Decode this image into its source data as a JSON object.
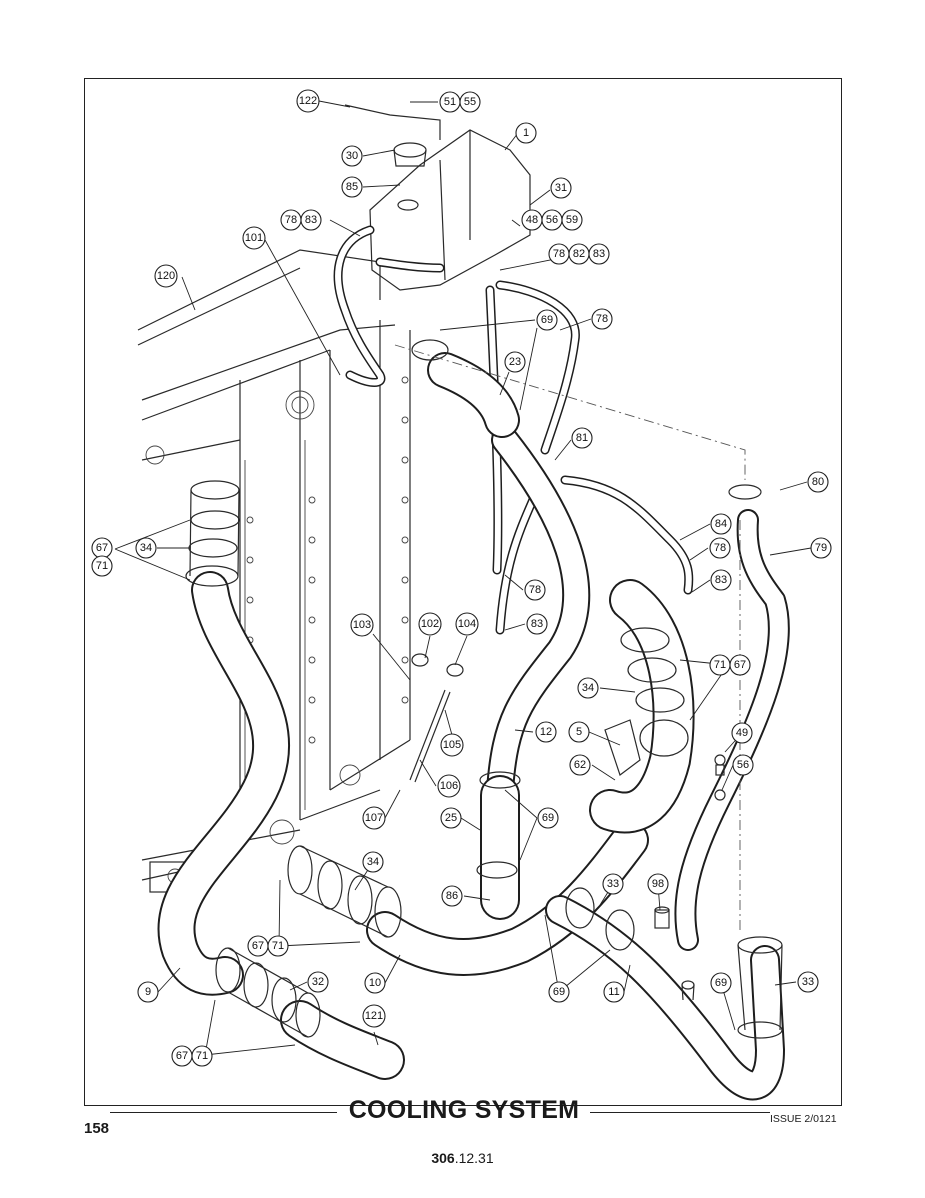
{
  "footer": {
    "title": "COOLING SYSTEM",
    "page_number": "158",
    "issue": "ISSUE 2/0121",
    "doc_ref_bold": "306",
    "doc_ref_rest": ".12.31"
  },
  "callouts": [
    {
      "id": "c122",
      "text": "122"
    },
    {
      "id": "c51",
      "text": "51"
    },
    {
      "id": "c55",
      "text": "55"
    },
    {
      "id": "c1",
      "text": "1"
    },
    {
      "id": "c30",
      "text": "30"
    },
    {
      "id": "c85",
      "text": "85"
    },
    {
      "id": "c31",
      "text": "31"
    },
    {
      "id": "c48",
      "text": "48"
    },
    {
      "id": "c56a",
      "text": "56"
    },
    {
      "id": "c59",
      "text": "59"
    },
    {
      "id": "c78a",
      "text": "78"
    },
    {
      "id": "c83a",
      "text": "83"
    },
    {
      "id": "c101",
      "text": "101"
    },
    {
      "id": "c78b",
      "text": "78"
    },
    {
      "id": "c82",
      "text": "82"
    },
    {
      "id": "c83b",
      "text": "83"
    },
    {
      "id": "c120",
      "text": "120"
    },
    {
      "id": "c69a",
      "text": "69"
    },
    {
      "id": "c78c",
      "text": "78"
    },
    {
      "id": "c23",
      "text": "23"
    },
    {
      "id": "c81",
      "text": "81"
    },
    {
      "id": "c80",
      "text": "80"
    },
    {
      "id": "c84",
      "text": "84"
    },
    {
      "id": "c78d",
      "text": "78"
    },
    {
      "id": "c79",
      "text": "79"
    },
    {
      "id": "c67a",
      "text": "67"
    },
    {
      "id": "c34a",
      "text": "34"
    },
    {
      "id": "c71a",
      "text": "71"
    },
    {
      "id": "c83c",
      "text": "83"
    },
    {
      "id": "c78e",
      "text": "78"
    },
    {
      "id": "c83d",
      "text": "83"
    },
    {
      "id": "c103",
      "text": "103"
    },
    {
      "id": "c102",
      "text": "102"
    },
    {
      "id": "c104",
      "text": "104"
    },
    {
      "id": "c71b",
      "text": "71"
    },
    {
      "id": "c67b",
      "text": "67"
    },
    {
      "id": "c34b",
      "text": "34"
    },
    {
      "id": "c105",
      "text": "105"
    },
    {
      "id": "c12",
      "text": "12"
    },
    {
      "id": "c5",
      "text": "5"
    },
    {
      "id": "c49",
      "text": "49"
    },
    {
      "id": "c62",
      "text": "62"
    },
    {
      "id": "c56b",
      "text": "56"
    },
    {
      "id": "c106",
      "text": "106"
    },
    {
      "id": "c107",
      "text": "107"
    },
    {
      "id": "c25",
      "text": "25"
    },
    {
      "id": "c69b",
      "text": "69"
    },
    {
      "id": "c34c",
      "text": "34"
    },
    {
      "id": "c86",
      "text": "86"
    },
    {
      "id": "c33a",
      "text": "33"
    },
    {
      "id": "c98",
      "text": "98"
    },
    {
      "id": "c67c",
      "text": "67"
    },
    {
      "id": "c71c",
      "text": "71"
    },
    {
      "id": "c9",
      "text": "9"
    },
    {
      "id": "c32",
      "text": "32"
    },
    {
      "id": "c10",
      "text": "10"
    },
    {
      "id": "c69c",
      "text": "69"
    },
    {
      "id": "c11",
      "text": "11"
    },
    {
      "id": "c69d",
      "text": "69"
    },
    {
      "id": "c33b",
      "text": "33"
    },
    {
      "id": "c121",
      "text": "121"
    },
    {
      "id": "c67d",
      "text": "67"
    },
    {
      "id": "c71d",
      "text": "71"
    }
  ]
}
